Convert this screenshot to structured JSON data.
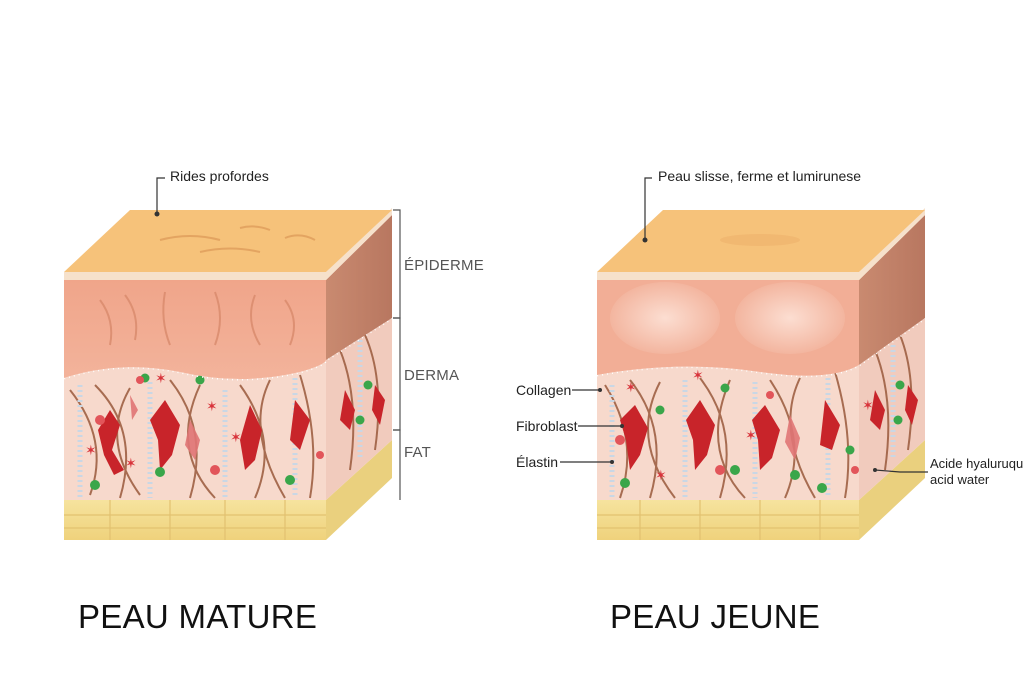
{
  "mature": {
    "callout": "Rides profordes",
    "title": "PEAU MATURE"
  },
  "young": {
    "callout": "Peau slisse, ferme et lumirunese",
    "title": "PEAU JEUNE"
  },
  "layers": {
    "epidermis": "ÉPIDERME",
    "dermis": "DERMA",
    "fat": "FAT"
  },
  "components": {
    "collagen": "Collagen",
    "fibroblast": "Fibroblast",
    "elastin": "Élastin",
    "hyaluronic_line1": "Acide hyaluruqu",
    "hyaluronic_line2": "acid water"
  },
  "colors": {
    "surface": "#f6c27a",
    "epidermis": "#f0a58a",
    "dermis": "#f6d6c8",
    "fat": "#f3db8c",
    "fibroblast": "#c8242a",
    "collagen": "#9a5a3c",
    "elastin": "#d9e4ee",
    "hyaluronic_dot": "#3aa64a"
  }
}
